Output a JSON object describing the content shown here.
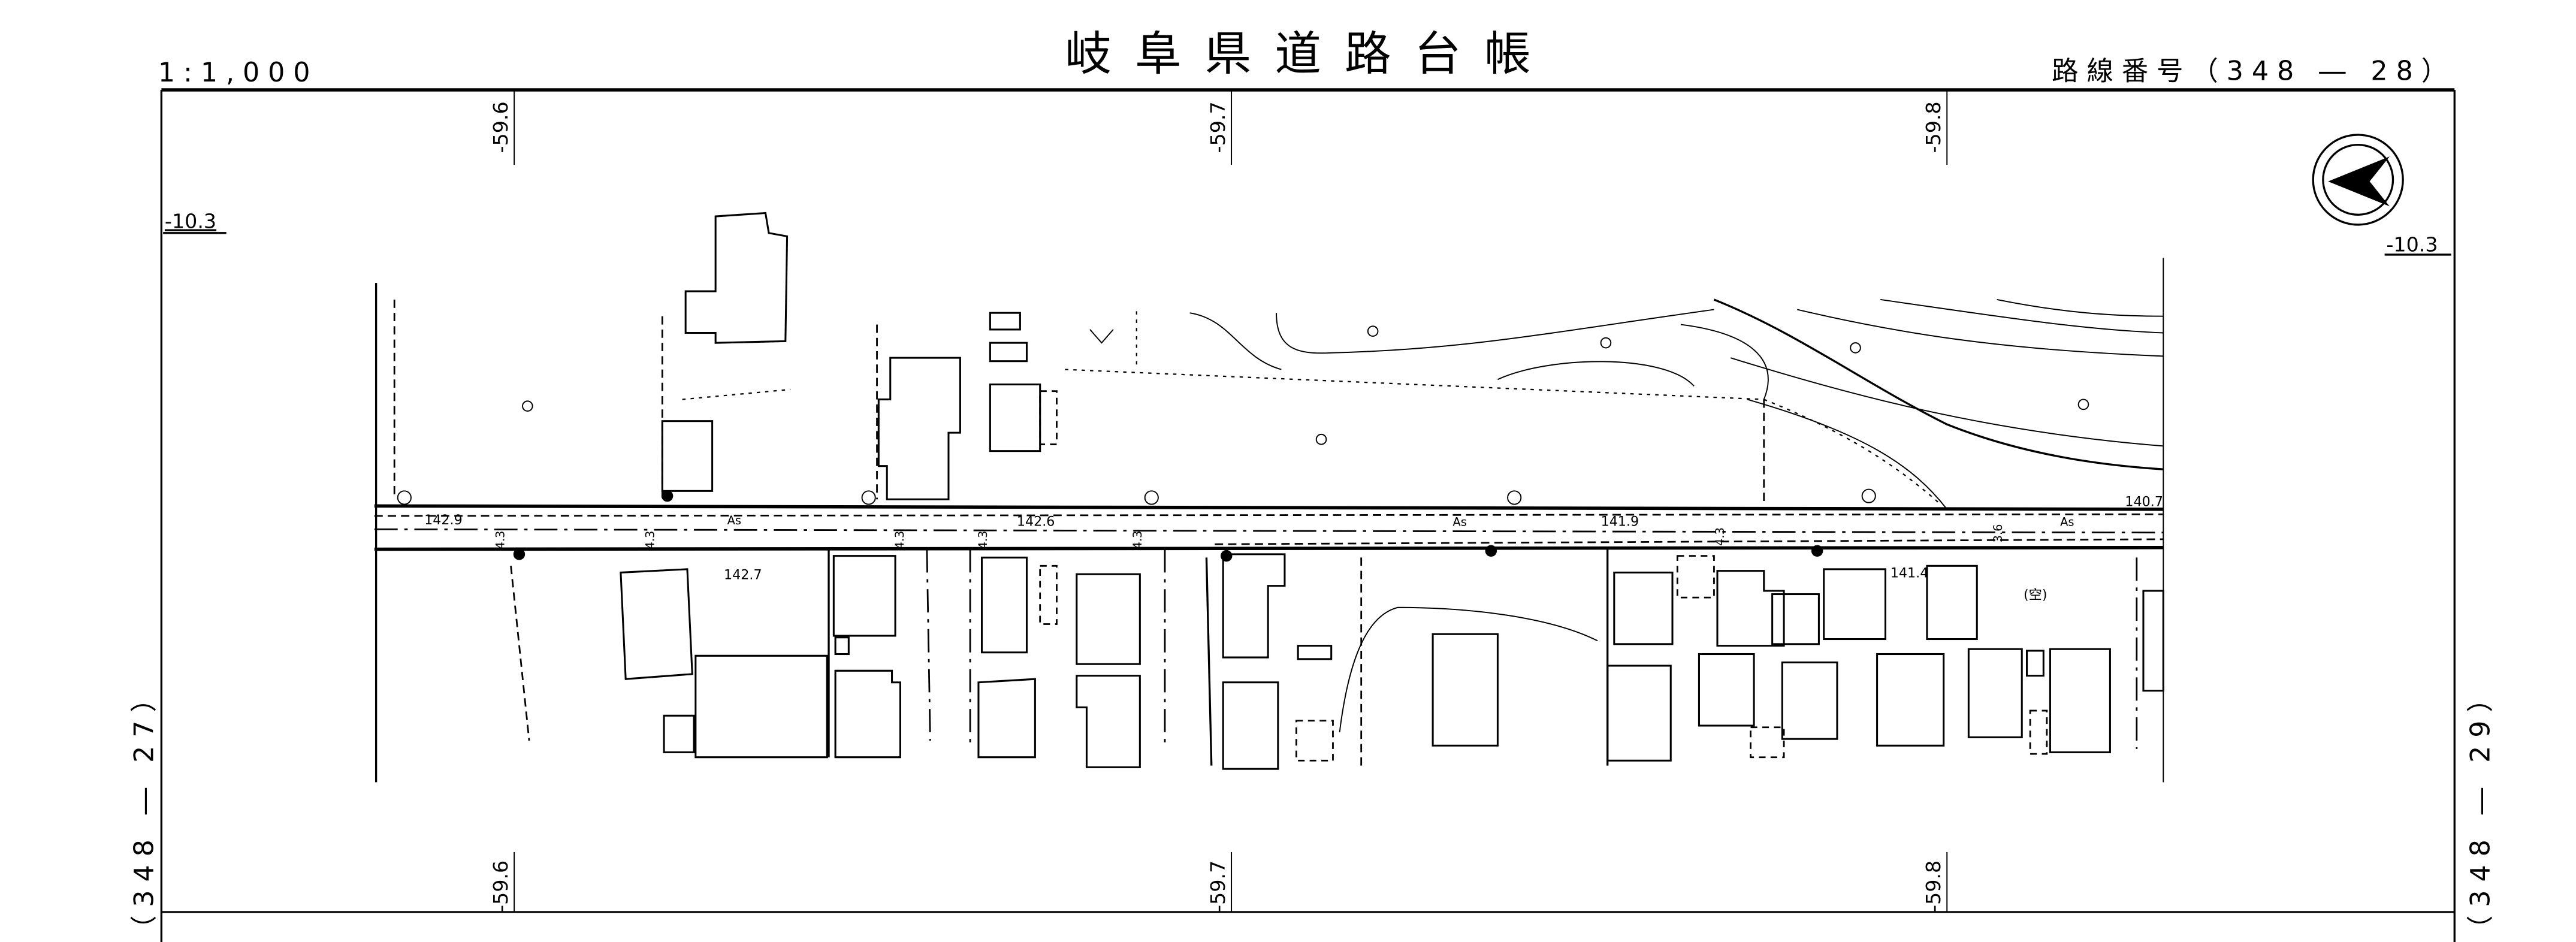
{
  "header": {
    "title": "岐阜県道路台帳",
    "scale": "1:1,000",
    "route_label": "路線番号（348 ― 28）"
  },
  "grid": {
    "x_labels_top": [
      "-59.6",
      "-59.7",
      "-59.8"
    ],
    "x_labels_bottom": [
      "-59.6",
      "-59.7",
      "-59.8"
    ],
    "y_label_left": "-10.3",
    "y_label_right": "-10.3"
  },
  "adjacent_sheets": {
    "left": "（348 ― 27）",
    "right": "（348 ― 29）"
  },
  "map": {
    "elevations": [
      "142.9",
      "142.6",
      "141.9",
      "140.7",
      "142.7",
      "141.4"
    ],
    "surface_labels": [
      "As",
      "As",
      "As"
    ],
    "road_widths": [
      "4.3",
      "4.3",
      "4.3",
      "4.3",
      "4.3",
      "4.3",
      "3.6"
    ],
    "vacant_label": "(空)"
  }
}
